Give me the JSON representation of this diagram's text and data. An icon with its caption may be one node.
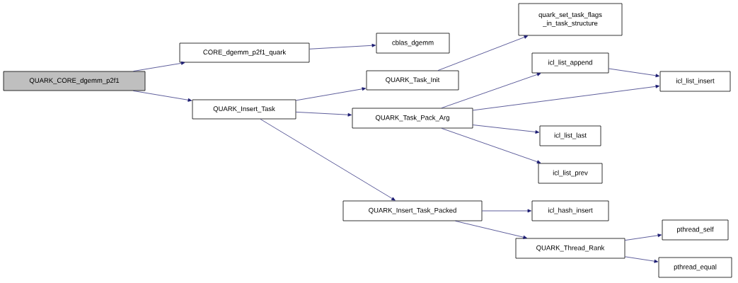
{
  "diagram": {
    "nodes": [
      {
        "text": [
          "QUARK_CORE_dgemm_p2f1"
        ]
      },
      {
        "text": [
          "CORE_dgemm_p2f1_quark"
        ]
      },
      {
        "text": [
          "cblas_dgemm"
        ]
      },
      {
        "text": [
          "QUARK_Insert_Task"
        ]
      },
      {
        "text": [
          "QUARK_Task_Init"
        ]
      },
      {
        "text": [
          "quark_set_task_flags _in_task_structure"
        ]
      },
      {
        "text": [
          "QUARK_Task_Pack_Arg"
        ]
      },
      {
        "text": [
          "icl_list_append"
        ]
      },
      {
        "text": [
          "icl_list_insert"
        ]
      },
      {
        "text": [
          "icl_list_last"
        ]
      },
      {
        "text": [
          "icl_list_prev"
        ]
      },
      {
        "text": [
          "QUARK_Insert_Task_Packed"
        ]
      },
      {
        "text": [
          "icl_hash_insert"
        ]
      },
      {
        "text": [
          "QUARK_Thread_Rank"
        ]
      },
      {
        "text": [
          "pthread_self"
        ]
      },
      {
        "text": [
          "pthread_equal"
        ]
      }
    ],
    "edges": [
      {
        "from": 0,
        "to": 1,
        "arrow": "to"
      },
      {
        "from": 0,
        "to": 3,
        "arrow": "to"
      },
      {
        "from": 1,
        "to": 2,
        "arrow": "to"
      },
      {
        "from": 3,
        "to": 4,
        "arrow": "to"
      },
      {
        "from": 3,
        "to": 6,
        "arrow": "to"
      },
      {
        "from": 3,
        "to": 11,
        "arrow": "to"
      },
      {
        "from": 4,
        "to": 5,
        "arrow": "to"
      },
      {
        "from": 6,
        "to": 7,
        "arrow": "to"
      },
      {
        "from": 6,
        "to": 8,
        "arrow": "to"
      },
      {
        "from": 6,
        "to": 9,
        "arrow": "to"
      },
      {
        "from": 6,
        "to": 10,
        "arrow": "to"
      },
      {
        "from": 7,
        "to": 8,
        "arrow": "to"
      },
      {
        "from": 11,
        "to": 12,
        "arrow": "to"
      },
      {
        "from": 11,
        "to": 13,
        "arrow": "to"
      },
      {
        "from": 13,
        "to": 14,
        "arrow": "to"
      },
      {
        "from": 13,
        "to": 15,
        "arrow": "to"
      }
    ]
  }
}
